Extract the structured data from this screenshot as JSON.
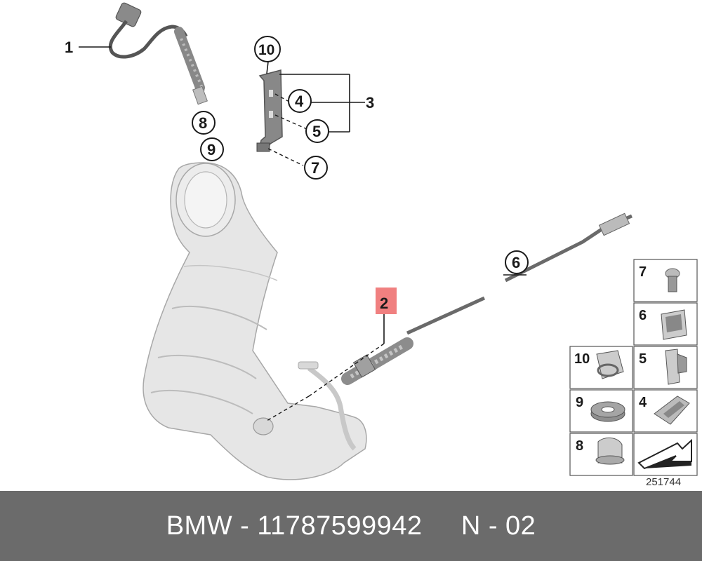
{
  "footer": {
    "brand": "BMW",
    "separator": " - ",
    "part_number": "11787599942",
    "ref_code": "N - 02"
  },
  "diagram_id": "251744",
  "callouts": {
    "c1": "1",
    "c2": "2",
    "c3": "3",
    "c4": "4",
    "c5": "5",
    "c6": "6",
    "c7": "7",
    "c8": "8",
    "c9": "9",
    "c10": "10"
  },
  "legend_cells": {
    "r1": "7",
    "r2": "6",
    "r3a": "10",
    "r3b": "5",
    "r4a": "9",
    "r4b": "4",
    "r5": "8"
  },
  "highlight_color": "#f08080",
  "icons": [
    "oxygen-sensor-icon",
    "catalytic-converter-icon",
    "bracket-icon",
    "clip-icon",
    "bolt-icon",
    "washer-icon",
    "clamp-icon",
    "arrow-icon"
  ]
}
